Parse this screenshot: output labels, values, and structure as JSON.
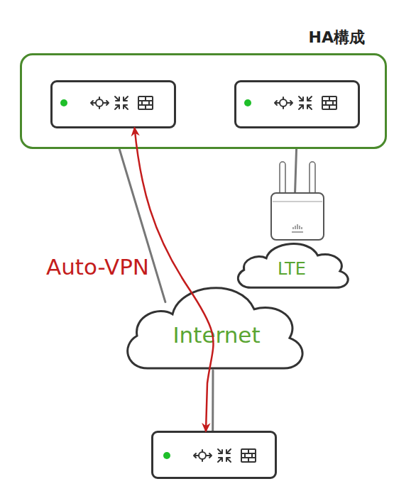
{
  "diagram": {
    "nodes": [
      {
        "text": [
          "HA構成"
        ]
      },
      {
        "text": [],
        "in": 0
      },
      {
        "text": [],
        "in": 0
      },
      {
        "text": [
          "LTE"
        ]
      },
      {
        "text": [
          "Internet"
        ]
      },
      {
        "text": []
      }
    ],
    "edges": [
      {
        "from": 1,
        "to": 4,
        "arrow": "none"
      },
      {
        "from": 2,
        "to": 3,
        "arrow": "none"
      },
      {
        "from": 4,
        "to": 5,
        "arrow": "none"
      },
      {
        "from": 1,
        "to": 5,
        "label": "Auto-VPN",
        "arrow": "both"
      }
    ]
  }
}
